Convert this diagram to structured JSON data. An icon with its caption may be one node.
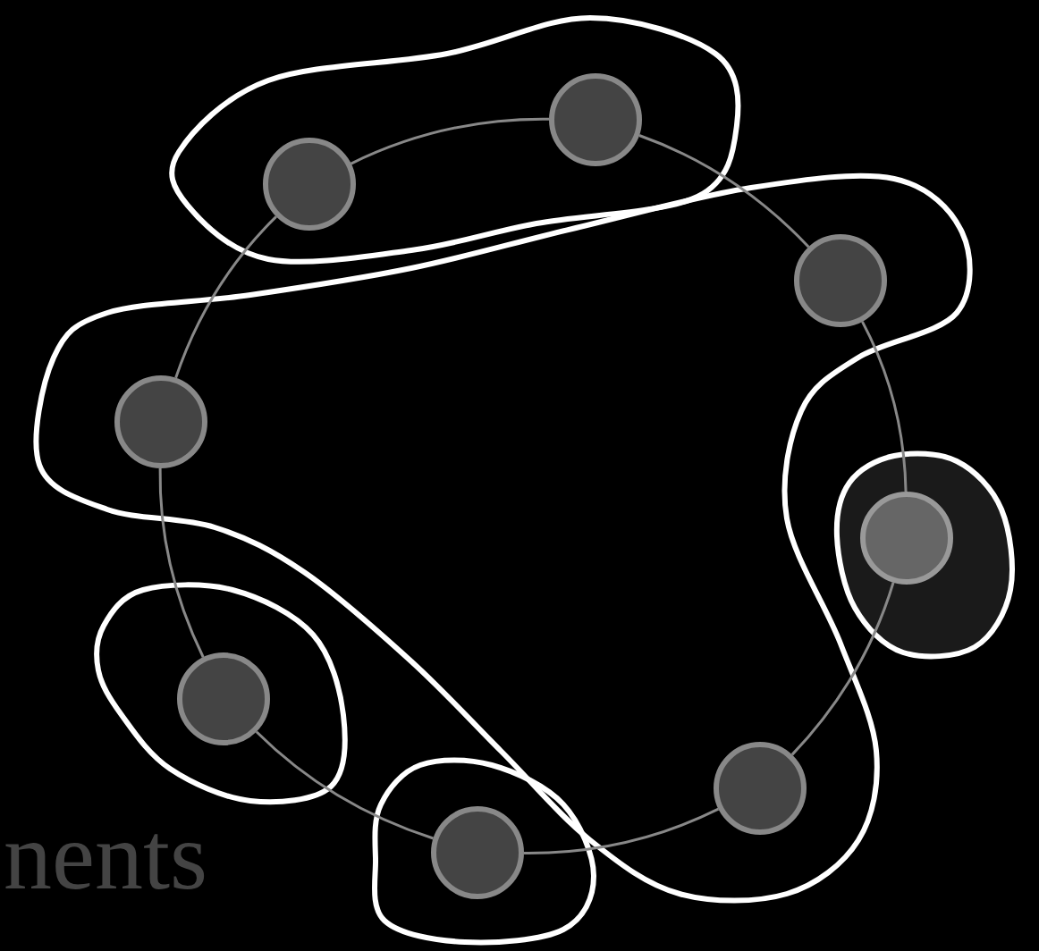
{
  "diagram": {
    "nodes": [
      {
        "text": [],
        "shape": "blob"
      },
      {
        "text": [],
        "shape": "circle",
        "in": 0
      },
      {
        "text": [],
        "shape": "circle",
        "in": 0
      },
      {
        "text": [],
        "shape": "blob"
      },
      {
        "text": [],
        "shape": "circle",
        "in": 3
      },
      {
        "text": [],
        "shape": "circle",
        "in": 3
      },
      {
        "text": [],
        "shape": "circle",
        "in": 3
      },
      {
        "text": [],
        "shape": "blob"
      },
      {
        "text": [],
        "shape": "circle",
        "in": 7
      },
      {
        "text": [],
        "shape": "blob"
      },
      {
        "text": [],
        "shape": "circle",
        "in": 9
      },
      {
        "text": [],
        "shape": "blob"
      },
      {
        "text": [],
        "shape": "circle",
        "in": 11
      }
    ],
    "edges": [
      {
        "from": 1,
        "to": 2,
        "arrow": "none"
      },
      {
        "from": 2,
        "to": 5,
        "arrow": "none"
      },
      {
        "from": 5,
        "to": 8,
        "arrow": "none"
      },
      {
        "from": 8,
        "to": 6,
        "arrow": "none"
      },
      {
        "from": 6,
        "to": 12,
        "arrow": "none"
      },
      {
        "from": 12,
        "to": 10,
        "arrow": "none"
      },
      {
        "from": 10,
        "to": 4,
        "arrow": "none"
      },
      {
        "from": 4,
        "to": 1,
        "arrow": "none"
      }
    ],
    "labels": [
      "nents"
    ]
  }
}
